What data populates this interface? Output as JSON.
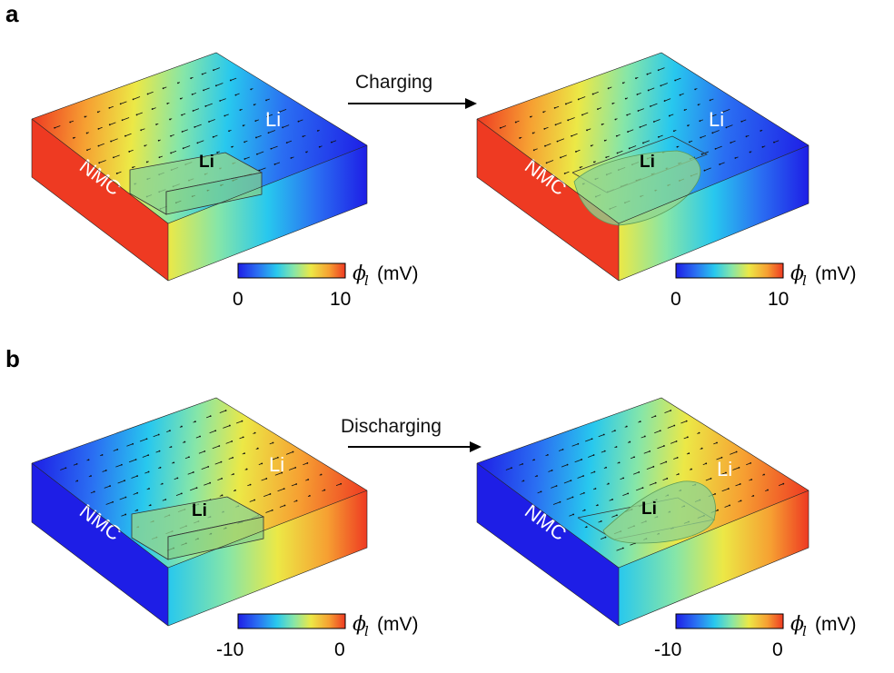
{
  "panels": [
    {
      "letter": "a",
      "process": "Charging",
      "colormap": "charging",
      "left": {
        "top_label": "Li",
        "side_label": "NMC",
        "inner_label": "Li"
      },
      "right": {
        "top_label": "Li",
        "side_label": "NMC",
        "inner_label": "Li"
      },
      "colorbar": {
        "symbol": "ϕ",
        "subscript": "l",
        "unit": "(mV)",
        "min_label": "0",
        "max_label": "10"
      }
    },
    {
      "letter": "b",
      "process": "Discharging",
      "colormap": "discharging",
      "left": {
        "top_label": "Li",
        "side_label": "NMC",
        "inner_label": "Li"
      },
      "right": {
        "top_label": "Li",
        "side_label": "NMC",
        "inner_label": "Li"
      },
      "colorbar": {
        "symbol": "ϕ",
        "subscript": "l",
        "unit": "(mV)",
        "min_label": "-10",
        "max_label": "0"
      }
    }
  ],
  "colors": {
    "jet": [
      "#1e1ee6",
      "#2a6ef2",
      "#28c8ee",
      "#86e6a8",
      "#ece846",
      "#f6a032",
      "#ee3a22"
    ],
    "deposit": "#8fd58f",
    "arrow": "#111111"
  }
}
